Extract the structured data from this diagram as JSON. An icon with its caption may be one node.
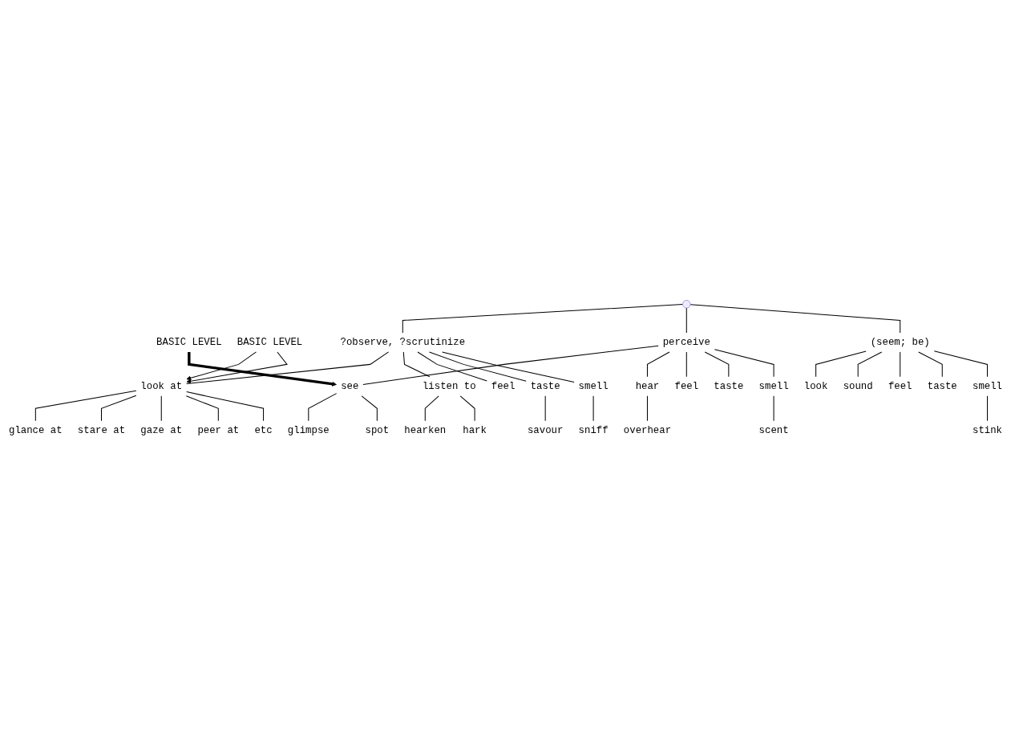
{
  "diagram": {
    "nodes": [
      {
        "text": [],
        "shape": "point"
      },
      {
        "text": [
          "?observe, ?scrutinize"
        ]
      },
      {
        "text": [
          "(seem; be)"
        ]
      },
      {
        "text": [
          "perceive"
        ]
      },
      {
        "text": [
          "look at"
        ]
      },
      {
        "text": [
          "listen to"
        ]
      },
      {
        "text": [
          "feel"
        ]
      },
      {
        "text": [
          "taste"
        ]
      },
      {
        "text": [
          "smell"
        ]
      },
      {
        "text": [
          "look"
        ]
      },
      {
        "text": [
          "sound"
        ]
      },
      {
        "text": [
          "feel"
        ]
      },
      {
        "text": [
          "taste"
        ]
      },
      {
        "text": [
          "smell"
        ]
      },
      {
        "text": [
          "glance at"
        ]
      },
      {
        "text": [
          "stare at"
        ]
      },
      {
        "text": [
          "gaze at"
        ]
      },
      {
        "text": [
          "peer at"
        ]
      },
      {
        "text": [
          "etc"
        ]
      },
      {
        "text": [
          "hearken"
        ]
      },
      {
        "text": [
          "hark"
        ]
      },
      {
        "text": [
          "savour"
        ]
      },
      {
        "text": [
          "sniff"
        ]
      },
      {
        "text": [
          "stink"
        ]
      },
      {
        "text": [
          "see"
        ]
      },
      {
        "text": [
          "hear"
        ]
      },
      {
        "text": [
          "feel"
        ]
      },
      {
        "text": [
          "taste"
        ]
      },
      {
        "text": [
          "smell"
        ]
      },
      {
        "text": [
          "glimpse"
        ]
      },
      {
        "text": [
          "spot"
        ]
      },
      {
        "text": [
          "overhear"
        ]
      },
      {
        "text": [
          "scent"
        ]
      },
      {
        "text": [
          "BASIC LEVEL"
        ]
      },
      {
        "text": [
          "BASIC LEVEL"
        ]
      }
    ],
    "edges": [
      {
        "from": 0,
        "to": 1,
        "arrow": "none"
      },
      {
        "from": 0,
        "to": 3,
        "arrow": "none"
      },
      {
        "from": 0,
        "to": 2,
        "arrow": "none"
      },
      {
        "from": 1,
        "to": 4,
        "arrow": "none"
      },
      {
        "from": 1,
        "to": 5,
        "arrow": "none"
      },
      {
        "from": 1,
        "to": 6,
        "arrow": "none"
      },
      {
        "from": 1,
        "to": 7,
        "arrow": "none"
      },
      {
        "from": 1,
        "to": 8,
        "arrow": "none"
      },
      {
        "from": 2,
        "to": 9,
        "arrow": "none"
      },
      {
        "from": 2,
        "to": 10,
        "arrow": "none"
      },
      {
        "from": 2,
        "to": 11,
        "arrow": "none"
      },
      {
        "from": 2,
        "to": 12,
        "arrow": "none"
      },
      {
        "from": 2,
        "to": 13,
        "arrow": "none"
      },
      {
        "from": 4,
        "to": 14,
        "arrow": "none"
      },
      {
        "from": 4,
        "to": 15,
        "arrow": "none"
      },
      {
        "from": 4,
        "to": 16,
        "arrow": "none"
      },
      {
        "from": 4,
        "to": 17,
        "arrow": "none"
      },
      {
        "from": 4,
        "to": 18,
        "arrow": "none"
      },
      {
        "from": 5,
        "to": 19,
        "arrow": "none"
      },
      {
        "from": 5,
        "to": 20,
        "arrow": "none"
      },
      {
        "from": 7,
        "to": 21,
        "arrow": "none"
      },
      {
        "from": 8,
        "to": 22,
        "arrow": "none"
      },
      {
        "from": 13,
        "to": 23,
        "arrow": "none"
      },
      {
        "from": 3,
        "to": 24,
        "arrow": "none"
      },
      {
        "from": 3,
        "to": 25,
        "arrow": "none"
      },
      {
        "from": 3,
        "to": 26,
        "arrow": "none"
      },
      {
        "from": 3,
        "to": 27,
        "arrow": "none"
      },
      {
        "from": 3,
        "to": 28,
        "arrow": "none"
      },
      {
        "from": 24,
        "to": 29,
        "arrow": "none"
      },
      {
        "from": 24,
        "to": 30,
        "arrow": "none"
      },
      {
        "from": 25,
        "to": 31,
        "arrow": "none"
      },
      {
        "from": 28,
        "to": 32,
        "arrow": "none"
      },
      {
        "from": 33,
        "to": 4,
        "arrow": "to"
      },
      {
        "from": 33,
        "to": 4,
        "arrow": "to"
      },
      {
        "from": 34,
        "to": 24,
        "arrow": "to",
        "style": "thick"
      }
    ]
  }
}
